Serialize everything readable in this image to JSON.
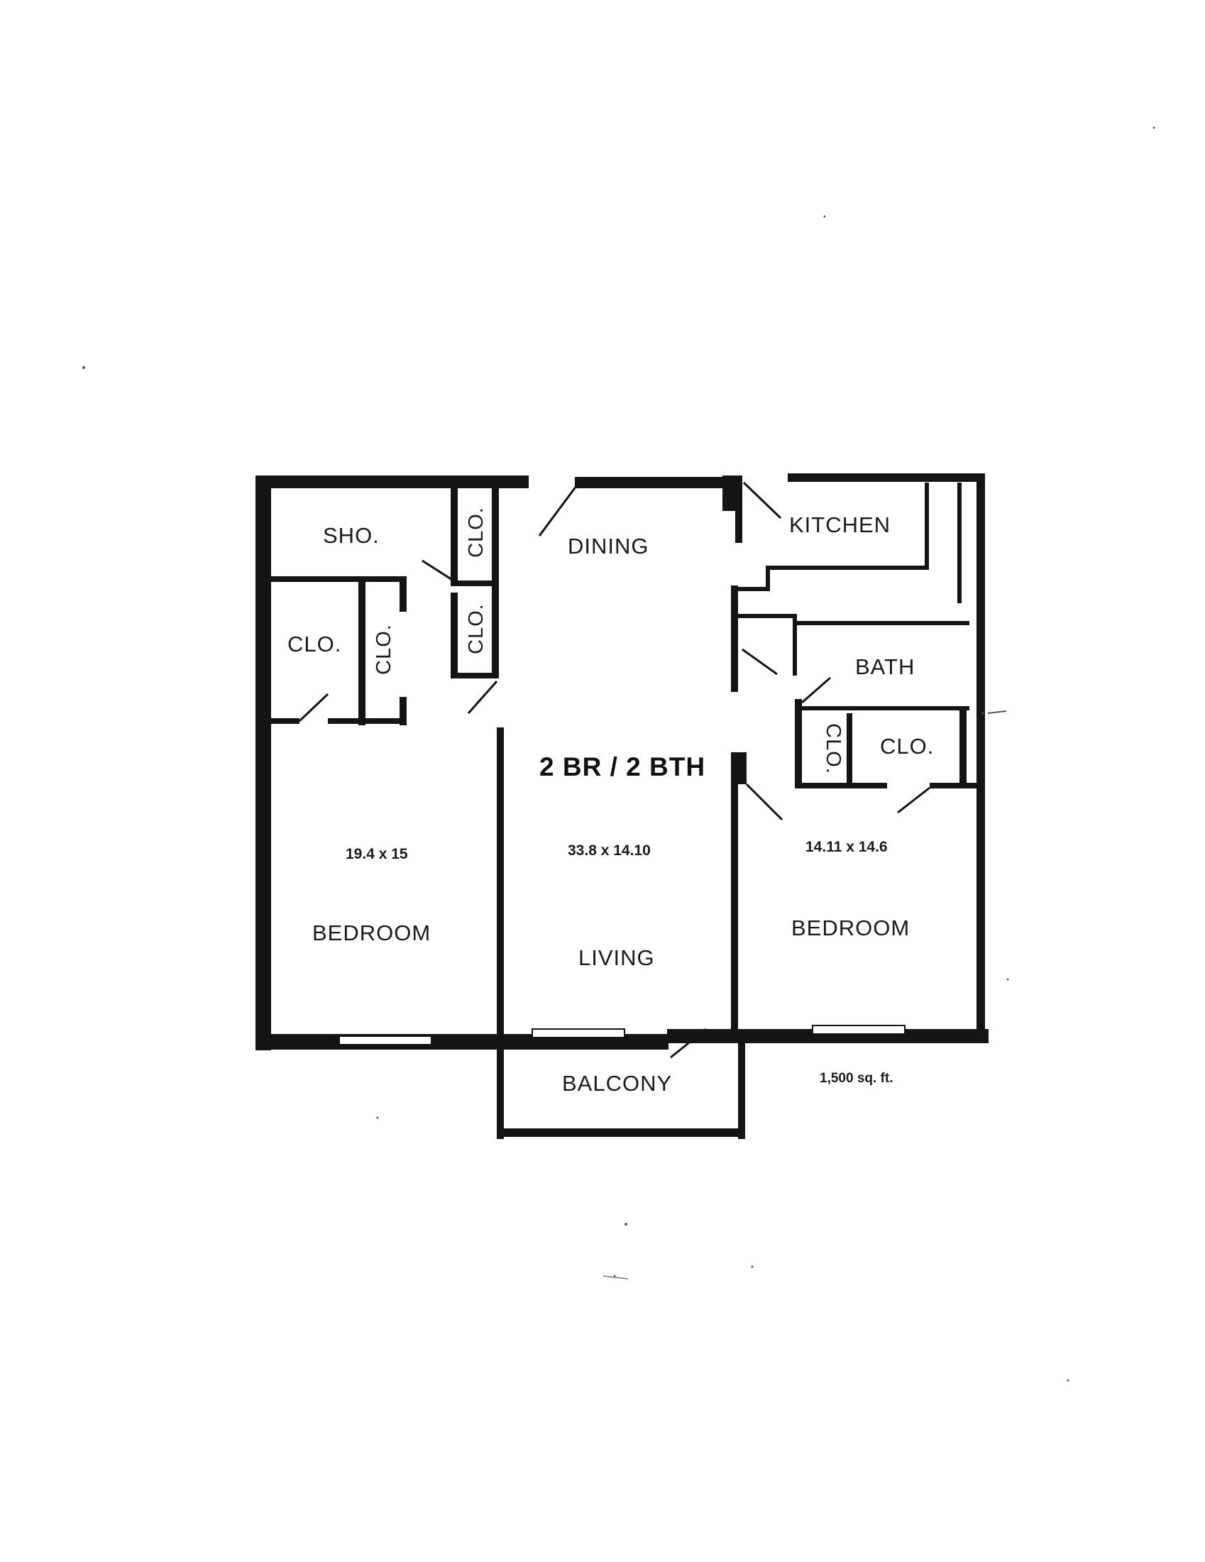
{
  "plan": {
    "title": "2 BR / 2 BTH",
    "total_area": "1,500 sq. ft.",
    "rooms": {
      "shower": "SHO.",
      "closet_top_a": "CLO.",
      "closet_top_b": "CLO.",
      "dining": "DINING",
      "kitchen": "KITCHEN",
      "closet_left_a": "CLO.",
      "closet_left_b": "CLO.",
      "bath": "BATH",
      "closet_right_a": "CLO.",
      "closet_right_b": "CLO.",
      "bedroom_left": "BEDROOM",
      "bedroom_left_dim": "19.4 x 15",
      "living": "LIVING",
      "living_dim": "33.8 x 14.10",
      "bedroom_right": "BEDROOM",
      "bedroom_right_dim": "14.11 x 14.6",
      "balcony": "BALCONY"
    }
  }
}
